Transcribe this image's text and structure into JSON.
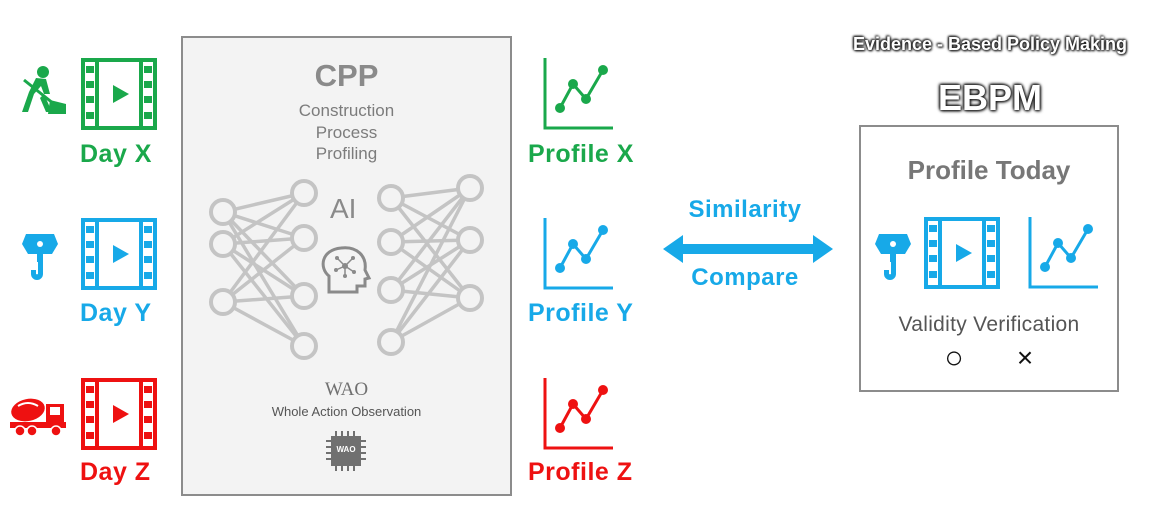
{
  "days": [
    {
      "label": "Day X",
      "color": "#1aa84b",
      "worker_icon": "construction-worker-icon"
    },
    {
      "label": "Day Y",
      "color": "#17a9e8",
      "worker_icon": "crane-hook-icon"
    },
    {
      "label": "Day Z",
      "color": "#ee1111",
      "worker_icon": "mixer-truck-icon"
    }
  ],
  "cpp": {
    "title": "CPP",
    "subtitle_lines": [
      "Construction",
      "Process",
      "Profiling"
    ],
    "ai_label": "AI",
    "wao_title": "WAO",
    "wao_subtitle": "Whole Action Observation",
    "chip_label": "WAO"
  },
  "profiles": [
    {
      "label": "Profile X",
      "color": "#1aa84b"
    },
    {
      "label": "Profile Y",
      "color": "#17a9e8"
    },
    {
      "label": "Profile Z",
      "color": "#ee1111"
    }
  ],
  "comparison": {
    "top_label": "Similarity",
    "bottom_label": "Compare",
    "arrow_color": "#17a9e8"
  },
  "ebpm": {
    "subtitle": "Evidence - Based Policy Making",
    "title": "EBPM",
    "box_title": "Profile Today",
    "verification_label": "Validity Verification",
    "circle_symbol": "○",
    "cross_symbol": "×"
  }
}
